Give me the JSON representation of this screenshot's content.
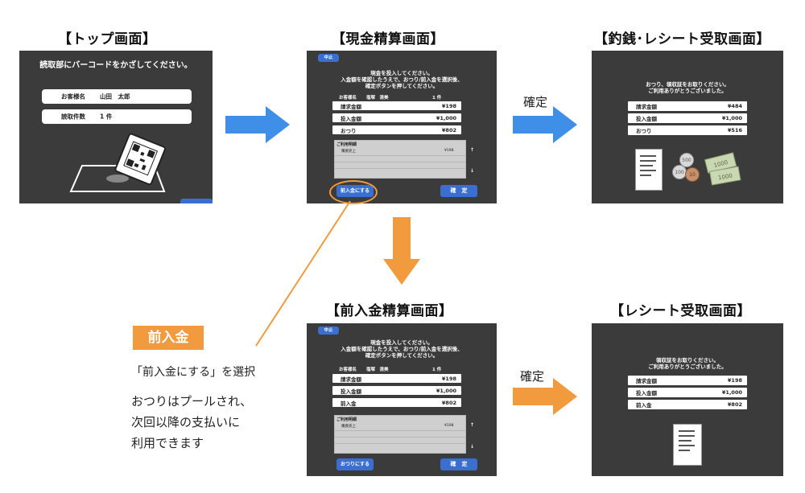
{
  "titles": {
    "top": "【トップ画面】",
    "cash": "【現金精算画面】",
    "change": "【釣銭･レシート受取画面】",
    "prepay": "【前入金精算画面】",
    "receipt": "【レシート受取画面】"
  },
  "top_screen": {
    "instruction": "読取部にバーコードをかざしてください。",
    "customer_label": "お客様名",
    "customer_name": "山田　太郎",
    "count_label": "読取件数",
    "count_value": "1 件"
  },
  "cash_screen": {
    "cancel": "中止",
    "message": [
      "現金を投入してください。",
      "入金額を確認したうえで、おつり/前入金を選択後、",
      "確定ボタンを押してください。"
    ],
    "customer_label": "お客様名",
    "customer_name": "塩塚　清美",
    "count": "1 件",
    "rows": [
      {
        "label": "請求金額",
        "value": "¥198"
      },
      {
        "label": "投入金額",
        "value": "¥1,000"
      },
      {
        "label": "おつり",
        "value": "¥802"
      }
    ],
    "detail_header": "ご利用明細",
    "detail_item": "購買売上",
    "detail_price": "¥198",
    "scroll_up": "↑",
    "scroll_down": "↓",
    "prepay_button": "前入金にする",
    "confirm_button": "確　定"
  },
  "change_screen": {
    "message": [
      "おつり、領収証をお取りください。",
      "ご利用ありがとうございました。"
    ],
    "rows": [
      {
        "label": "請求金額",
        "value": "¥484"
      },
      {
        "label": "投入金額",
        "value": "¥1,000"
      },
      {
        "label": "おつり",
        "value": "¥516"
      }
    ],
    "coins": [
      "500",
      "100",
      "10"
    ],
    "bills": [
      "1000",
      "1000"
    ]
  },
  "prepay_screen": {
    "cancel": "中止",
    "message": [
      "現金を投入してください。",
      "入金額を確認したうえで、おつり/前入金を選択後、",
      "確定ボタンを押してください。"
    ],
    "customer_label": "お客様名",
    "customer_name": "塩塚　清美",
    "count": "1 件",
    "rows": [
      {
        "label": "請求金額",
        "value": "¥198"
      },
      {
        "label": "投入金額",
        "value": "¥1,000"
      },
      {
        "label": "前入金",
        "value": "¥802"
      }
    ],
    "detail_header": "ご利用明細",
    "detail_item": "購買売上",
    "detail_price": "¥198",
    "scroll_up": "↑",
    "scroll_down": "↓",
    "change_button": "おつりにする",
    "confirm_button": "確　定"
  },
  "receipt_screen": {
    "message": [
      "領収証をお取りください。",
      "ご利用ありがとうございました。"
    ],
    "rows": [
      {
        "label": "請求金額",
        "value": "¥198"
      },
      {
        "label": "投入金額",
        "value": "¥1,000"
      },
      {
        "label": "前入金",
        "value": "¥802"
      }
    ]
  },
  "arrows": {
    "confirm_label_1": "確定",
    "confirm_label_2": "確定"
  },
  "annotation": {
    "badge": "前入金",
    "step": "「前入金にする」を選択",
    "note_lines": [
      "おつりはプールされ、",
      "次回以降の支払いに",
      "利用できます"
    ]
  },
  "colors": {
    "screen_bg": "#3b3b3b",
    "button_blue": "#3a6fd1",
    "arrow_blue": "#3f8fe8",
    "accent_orange": "#f19a3e"
  }
}
